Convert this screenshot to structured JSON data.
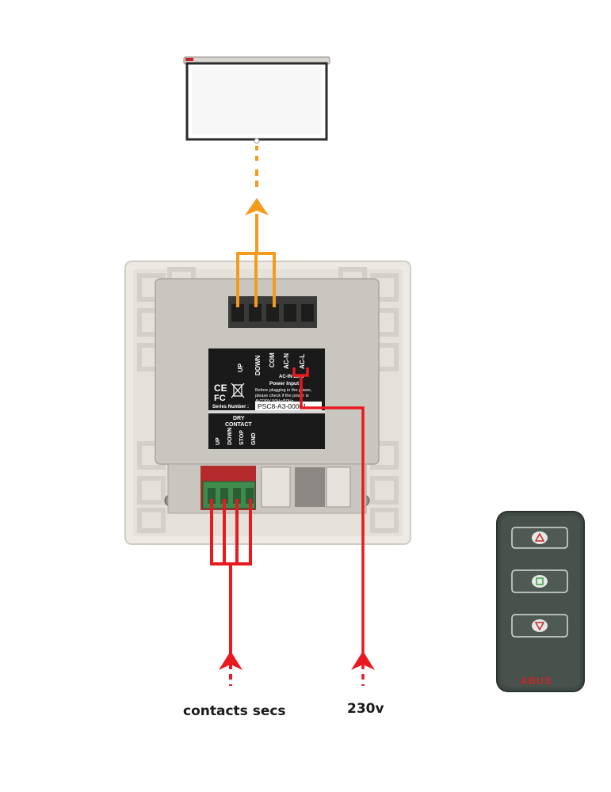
{
  "module": {
    "terminal_labels": [
      "UP",
      "DOWN",
      "COM",
      "AC-N",
      "AC-L"
    ],
    "voltage_tag": "AC-IN 230V",
    "power_title": "Power Input",
    "power_note_1": "Before plugging in the power,",
    "power_note_2": "please check if the power is",
    "power_note_3": "AV230V 50Hz/60Hz",
    "ce_mark": "CE",
    "fc_mark": "FC",
    "series_label": "Series Number :",
    "series_number": "PSC8-A3-00001",
    "dry_contact_title_1": "DRY",
    "dry_contact_title_2": "CONTACT",
    "dry_contact_labels": [
      "UP",
      "DOWN",
      "STOP",
      "GND"
    ]
  },
  "captions": {
    "contacts": "contacts secs",
    "power": "230v"
  },
  "remote": {
    "brand": "ABUS",
    "buttons": [
      "up-arrow-icon",
      "stop-square-icon",
      "down-arrow-icon"
    ]
  },
  "colors": {
    "orange": "#f29b1d",
    "red": "#e8191f",
    "remote_body": "#3f4a44",
    "brand_red": "#c8262c"
  }
}
